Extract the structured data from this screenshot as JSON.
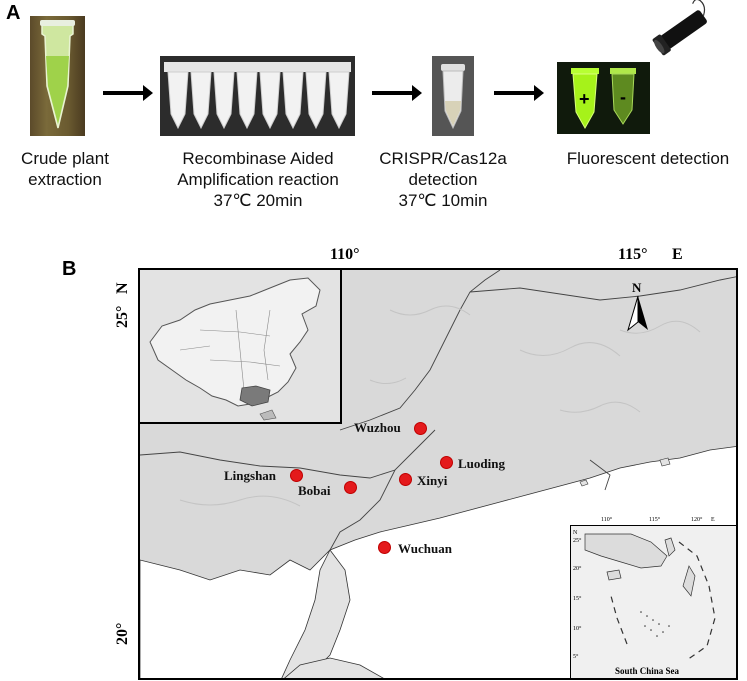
{
  "panel_a": {
    "letter": "A",
    "steps": [
      {
        "line1": "Crude plant",
        "line2": "extraction",
        "line3": ""
      },
      {
        "line1": "Recombinase Aided",
        "line2": "Amplification reaction",
        "line3": "37℃ 20min"
      },
      {
        "line1": "CRISPR/Cas12a",
        "line2": "detection",
        "line3": "37℃ 10min"
      },
      {
        "line1": "Fluorescent detection",
        "line2": "",
        "line3": ""
      }
    ],
    "tube_signs": {
      "positive": "+",
      "negative": "-"
    }
  },
  "panel_b": {
    "letter": "B",
    "lon_labels": [
      "110°",
      "115°",
      "E"
    ],
    "lat_labels": [
      "25°",
      "N",
      "20°"
    ],
    "north_label": "N",
    "cities": [
      "Wuzhou",
      "Luoding",
      "Xinyi",
      "Lingshan",
      "Bobai",
      "Wuchuan"
    ],
    "scs_inset": {
      "lon_ticks": [
        "110°",
        "115°",
        "120°",
        "E"
      ],
      "lat_ticks": [
        "N",
        "25°",
        "20°",
        "15°",
        "10°",
        "5°"
      ],
      "label": "South China Sea"
    },
    "colors": {
      "site_marker": "#e41a1c",
      "highlight_region": "#7a7a7a"
    }
  }
}
